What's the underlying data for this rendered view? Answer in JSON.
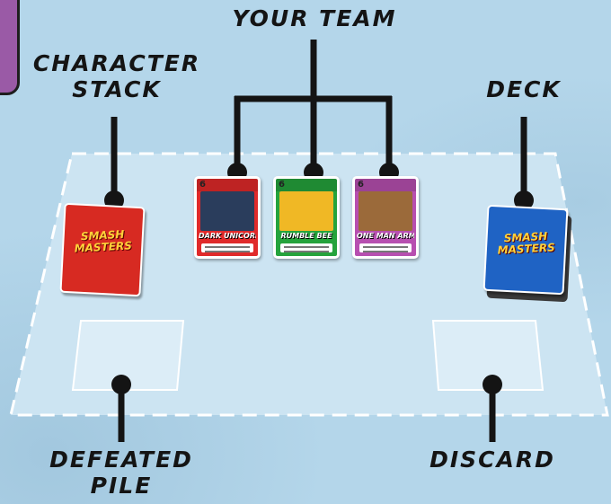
{
  "labels": {
    "team": "YOUR TEAM",
    "character_stack": [
      "CHARACTER",
      "STACK"
    ],
    "deck": "DECK",
    "defeated_pile": [
      "DEFEATED",
      "PILE"
    ],
    "discard": "DISCARD"
  },
  "cards": {
    "character_stack_title": "SMASH MASTERS",
    "deck_title": "SMASH MASTERS",
    "team": [
      {
        "name": "DARK UNICORN",
        "level": "6",
        "color": "#e02a2a",
        "art": "#2a3d5c"
      },
      {
        "name": "RUMBLE BEE",
        "level": "6",
        "color": "#25a33c",
        "art": "#f0b825"
      },
      {
        "name": "ONE MAN ARMY",
        "level": "6",
        "color": "#b74fb0",
        "art": "#9b6a3a"
      }
    ]
  },
  "colors": {
    "background": "#b4d6ea",
    "mat": "#cce4f2",
    "leader_lines": "#141414",
    "character_stack": "#d72a22",
    "deck": "#1f63c4"
  }
}
